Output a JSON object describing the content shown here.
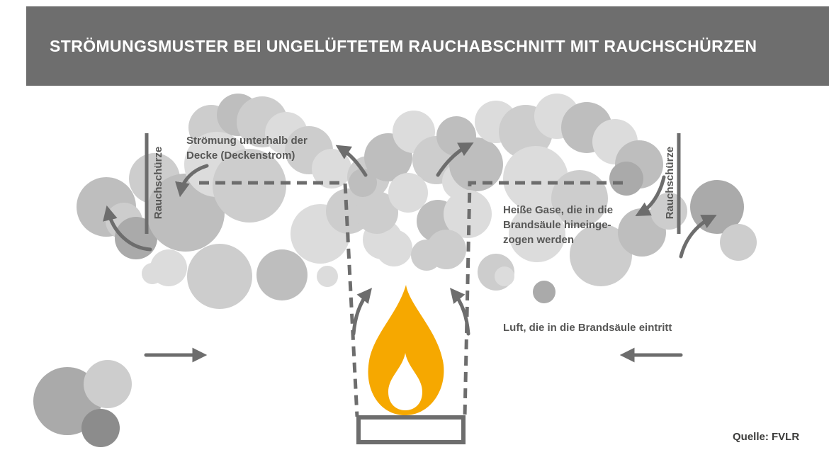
{
  "header": {
    "title": "STRÖMUNGSMUSTER BEI UNGELÜFTETEM RAUCHABSCHNITT MIT RAUCHSCHÜRZEN"
  },
  "diagram": {
    "left_curtain_label": "Rauchschürze",
    "right_curtain_label": "Rauchschürze",
    "ceiling_flow_label": {
      "line1": "Strömung unterhalb der",
      "line2": "Decke (Deckenstrom)"
    },
    "hot_gases_label": {
      "line1": "Heiße Gase, die in die",
      "line2": "Brandsäule hineinge-",
      "line3": "zogen werden"
    },
    "air_entry_label": "Luft, die in die Brandsäule eintritt",
    "source": "Quelle: FVLR"
  },
  "colors": {
    "header_bg": "#6e6e6e",
    "stroke": "#6d6d6d",
    "text": "#575756",
    "source_text": "#3c3c3b",
    "flame": "#f6a800",
    "flame_inner": "#ffffff"
  }
}
